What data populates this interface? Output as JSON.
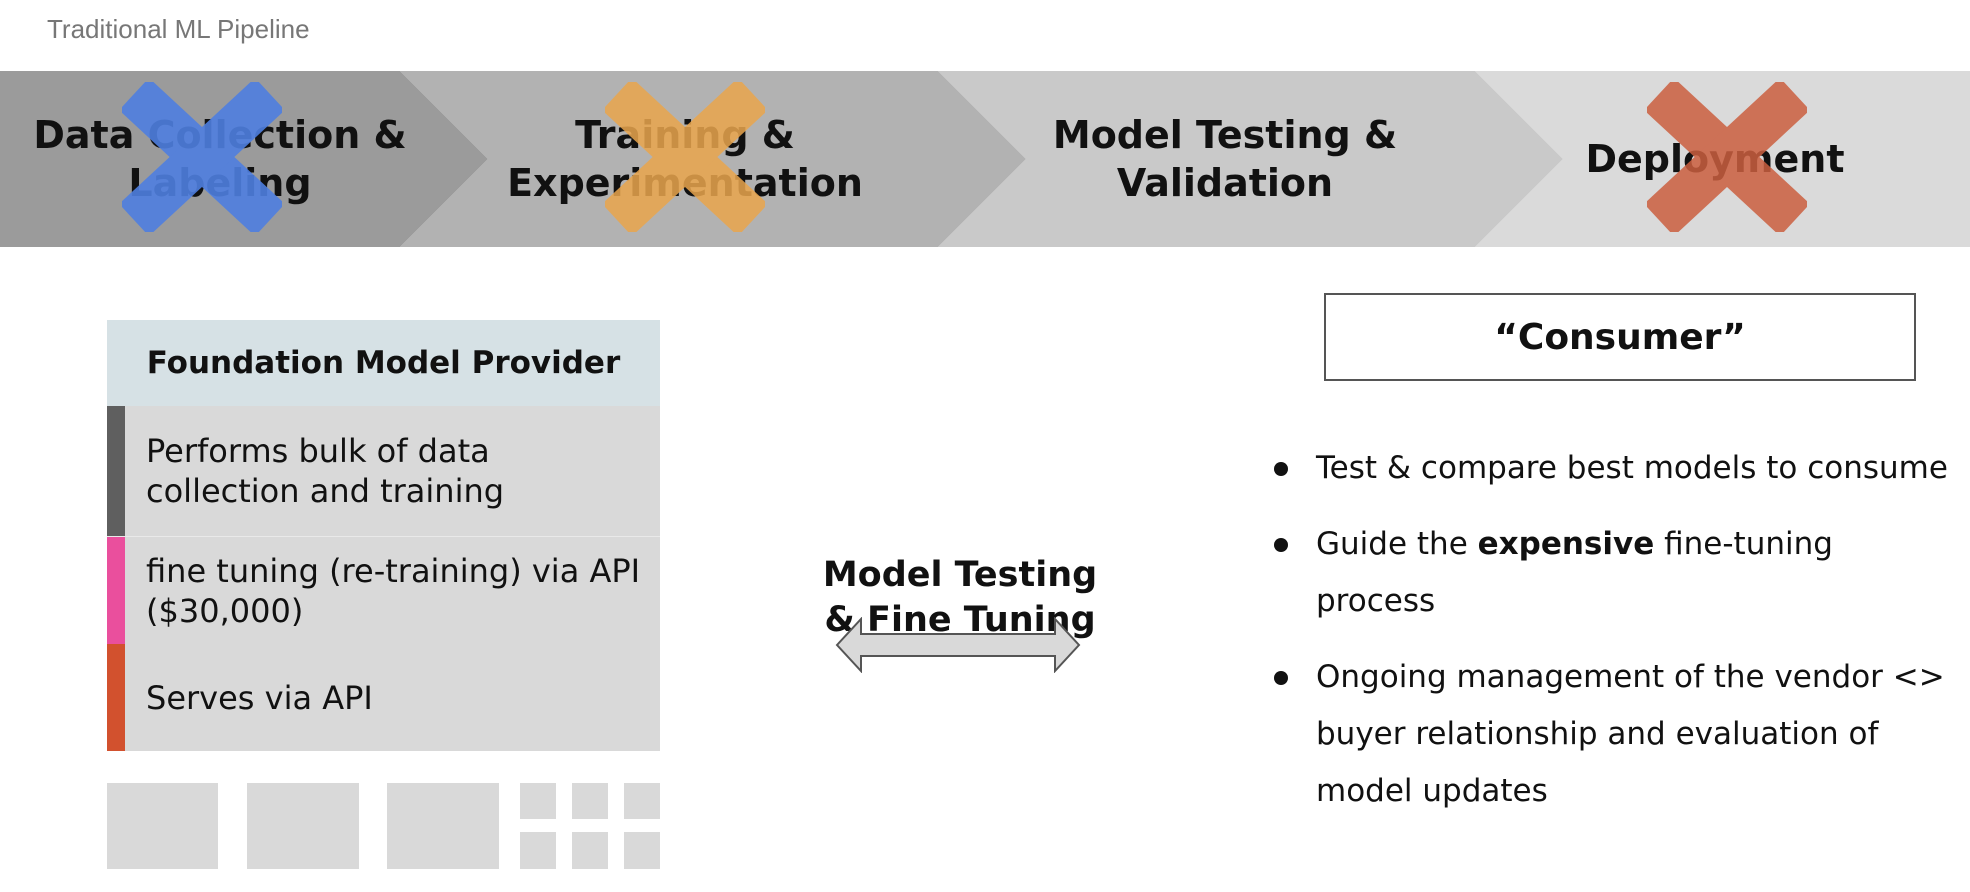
{
  "page_title": "Traditional ML Pipeline",
  "pipeline": {
    "stages": [
      {
        "label": "Data Collection &\nLabeling",
        "fill": "#9b9b9b",
        "crossed": true,
        "cross_color": "#4f7fe0"
      },
      {
        "label": "Training &\nExperimentation",
        "fill": "#b2b2b2",
        "crossed": true,
        "cross_color": "#eaa64d"
      },
      {
        "label": "Model Testing &\nValidation",
        "fill": "#c9c9c9",
        "crossed": false
      },
      {
        "label": "Deployment",
        "fill": "#dadada",
        "crossed": true,
        "cross_color": "#cb5f3f"
      }
    ]
  },
  "provider": {
    "title": "Foundation Model Provider",
    "rows": [
      {
        "text": "Performs bulk of data collection and training",
        "accent": "#5f5f5f"
      },
      {
        "text": "fine tuning (re-training) via API ($30,000)",
        "accent": "#ea4f9d"
      },
      {
        "text": "Serves via API",
        "accent": "#d2512e"
      }
    ]
  },
  "middle": {
    "label": "Model Testing\n& Fine Tuning"
  },
  "consumer": {
    "title": "“Consumer”",
    "bullets": [
      {
        "pre": "Test & compare best models to consume",
        "bold": "",
        "post": ""
      },
      {
        "pre": "Guide the ",
        "bold": "expensive",
        "post": " fine-tuning process"
      },
      {
        "pre": "Ongoing management of the vendor <> buyer relationship and evaluation of model updates",
        "bold": "",
        "post": ""
      }
    ]
  }
}
